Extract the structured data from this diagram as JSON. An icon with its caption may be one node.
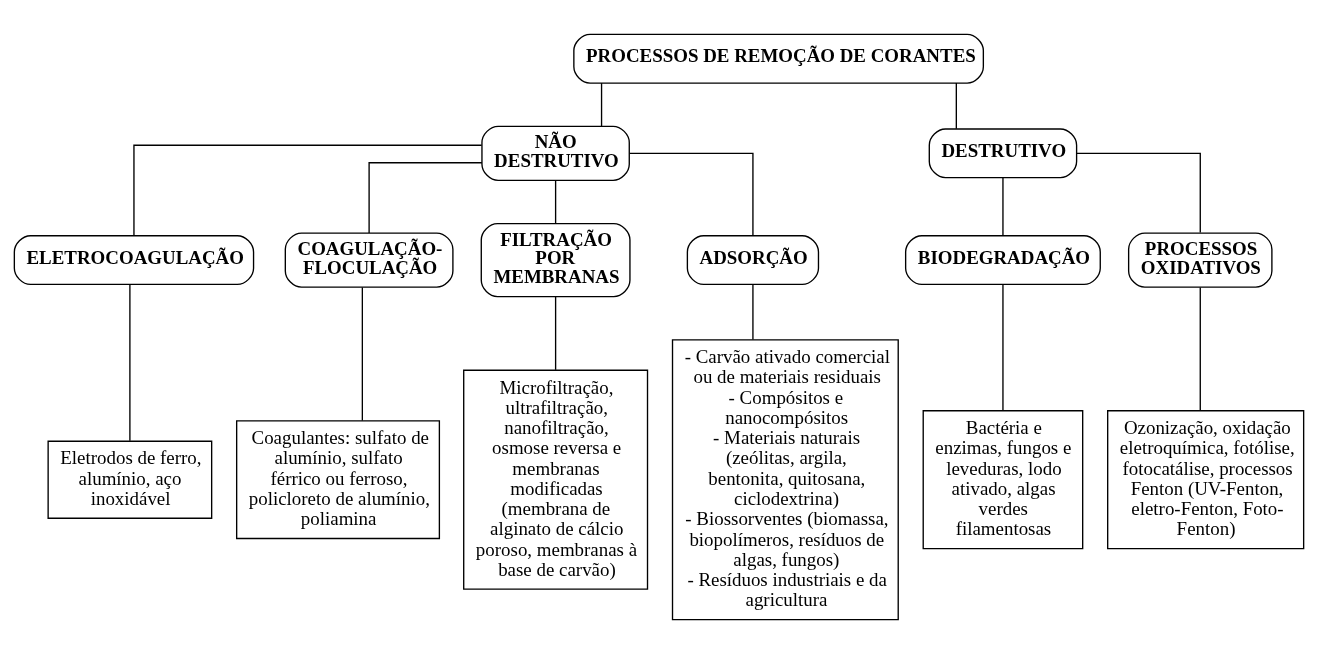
{
  "diagram": {
    "nodes": [
      {
        "text": [
          "PROCESSOS DE REMOÇÃO DE CORANTES"
        ]
      },
      {
        "text": [
          "NÃO DESTRUTIVO"
        ]
      },
      {
        "text": [
          "DESTRUTIVO"
        ]
      },
      {
        "text": [
          "ELETROCOAGULAÇÃO"
        ]
      },
      {
        "text": [
          "COAGULAÇÃO- FLOCULAÇÃO"
        ]
      },
      {
        "text": [
          "FILTRAÇÃO POR MEMBRANAS"
        ]
      },
      {
        "text": [
          "ADSORÇÃO"
        ]
      },
      {
        "text": [
          "BIODEGRADAÇÃO"
        ]
      },
      {
        "text": [
          "PROCESSOS OXIDATIVOS"
        ]
      },
      {
        "text": [
          "Eletrodos de ferro, alumínio, aço inoxidável"
        ]
      },
      {
        "text": [
          "Coagulantes: sulfato de alumínio, sulfato férrico ou ferroso, policloreto de alumínio, poliamina"
        ]
      },
      {
        "text": [
          "Microfiltração, ultrafiltração, nanofiltração, osmose reversa e membranas modificadas (membrana de alginato de cálcio poroso, membranas à base de carvão)"
        ]
      },
      {
        "text": [
          "- Carvão ativado comercial ou de materiais residuais",
          "- Compósitos e nanocompósitos",
          "- Materiais naturais (zeólitas, argila, bentonita, quitosana, ciclodextrina)",
          "- Biossorventes (biomassa, biopolímeros, resíduos de algas, fungos)",
          "- Resíduos industriais e da agricultura"
        ]
      },
      {
        "text": [
          "Bactéria e enzimas, fungos e leveduras, lodo ativado, algas verdes filamentosas"
        ]
      },
      {
        "text": [
          "Ozonização, oxidação eletroquímica, fotólise, fotocatálise, processos Fenton (UV-Fenton, eletro-Fenton, Foto-Fenton)"
        ]
      }
    ],
    "edges": [
      {
        "from": 0,
        "to": 1,
        "arrow": "none"
      },
      {
        "from": 0,
        "to": 2,
        "arrow": "none"
      },
      {
        "from": 1,
        "to": 3,
        "arrow": "none"
      },
      {
        "from": 1,
        "to": 4,
        "arrow": "none"
      },
      {
        "from": 1,
        "to": 5,
        "arrow": "none"
      },
      {
        "from": 1,
        "to": 6,
        "arrow": "none"
      },
      {
        "from": 2,
        "to": 7,
        "arrow": "none"
      },
      {
        "from": 2,
        "to": 8,
        "arrow": "none"
      },
      {
        "from": 3,
        "to": 9,
        "arrow": "none"
      },
      {
        "from": 4,
        "to": 10,
        "arrow": "none"
      },
      {
        "from": 5,
        "to": 11,
        "arrow": "none"
      },
      {
        "from": 6,
        "to": 12,
        "arrow": "none"
      },
      {
        "from": 7,
        "to": 13,
        "arrow": "none"
      },
      {
        "from": 8,
        "to": 14,
        "arrow": "none"
      }
    ]
  }
}
